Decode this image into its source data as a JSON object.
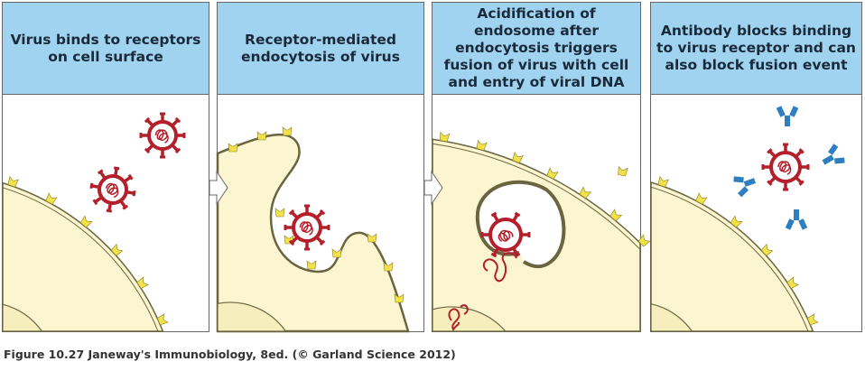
{
  "panels": [
    {
      "title": "Virus binds to receptors on cell surface"
    },
    {
      "title": "Receptor-mediated endocytosis of virus"
    },
    {
      "title": "Acidification of endosome after endocytosis triggers fusion of virus with cell and entry of viral DNA"
    },
    {
      "title": "Antibody blocks binding to virus receptor and can also block fusion event"
    }
  ],
  "caption": "Figure 10.27  Janeway's Immunobiology, 8ed. (© Garland Science 2012)",
  "colors": {
    "header": "#9fd3f0",
    "cell": "#fbf6cf",
    "membrane": "#d8cf8a",
    "virus": "#b3202b",
    "receptor": "#f2e24a",
    "antibody": "#2f7fc0"
  }
}
